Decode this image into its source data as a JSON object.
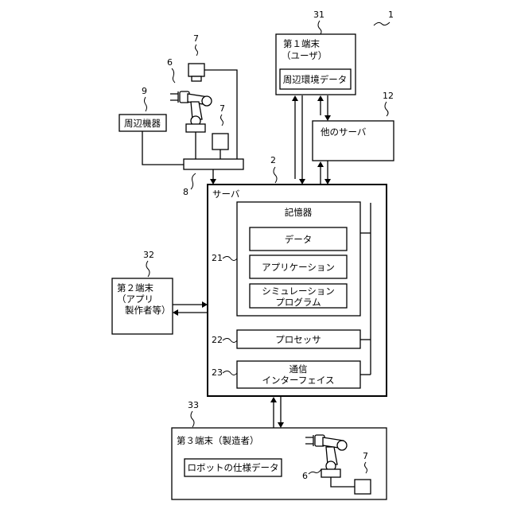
{
  "figure_ref": "1",
  "terminal1": {
    "ref": "31",
    "title_line1": "第１端末",
    "title_line2": "（ユーザ）",
    "data_label": "周辺環境データ"
  },
  "other_server": {
    "ref": "12",
    "label": "他のサーバ"
  },
  "robot_cell": {
    "camera_ref_top": "7",
    "robot_ref": "6",
    "camera_ref_side": "7",
    "peripheral_ref": "9",
    "peripheral_label": "周辺機器",
    "controller_ref": "8"
  },
  "server": {
    "ref": "2",
    "label": "サーバ",
    "storage": {
      "ref": "21",
      "label": "記憶器",
      "items": [
        "データ",
        "アプリケーション"
      ],
      "sim_line1": "シミュレーション",
      "sim_line2": "プログラム"
    },
    "processor": {
      "ref": "22",
      "label": "プロセッサ"
    },
    "comm": {
      "ref": "23",
      "line1": "通信",
      "line2": "インターフェイス"
    }
  },
  "terminal2": {
    "ref": "32",
    "line1": "第２端末",
    "line2": "（アプリ",
    "line3": "製作者等）"
  },
  "terminal3": {
    "ref": "33",
    "title": "第３端末（製造者）",
    "spec_label": "ロボットの仕様データ",
    "robot_ref": "6",
    "camera_ref": "7"
  }
}
